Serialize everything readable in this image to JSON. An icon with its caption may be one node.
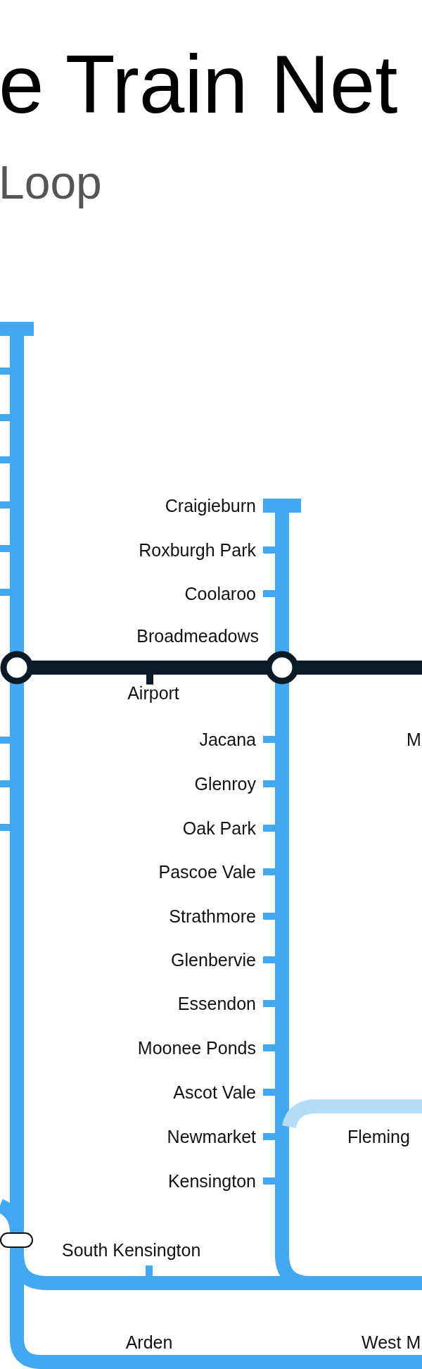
{
  "diagram": {
    "title": "e Train Net",
    "caption": "Loop",
    "labels": [
      "Craigieburn",
      "Roxburgh Park",
      "Coolaroo",
      "Broadmeadows",
      "Airport",
      "Jacana",
      "M",
      "Glenroy",
      "Oak Park",
      "Pascoe Vale",
      "Strathmore",
      "Glenbervie",
      "Essendon",
      "Moonee Ponds",
      "Ascot Vale",
      "Newmarket",
      "Fleming",
      "Kensington",
      "South Kensington",
      "Arden",
      "West M"
    ]
  }
}
